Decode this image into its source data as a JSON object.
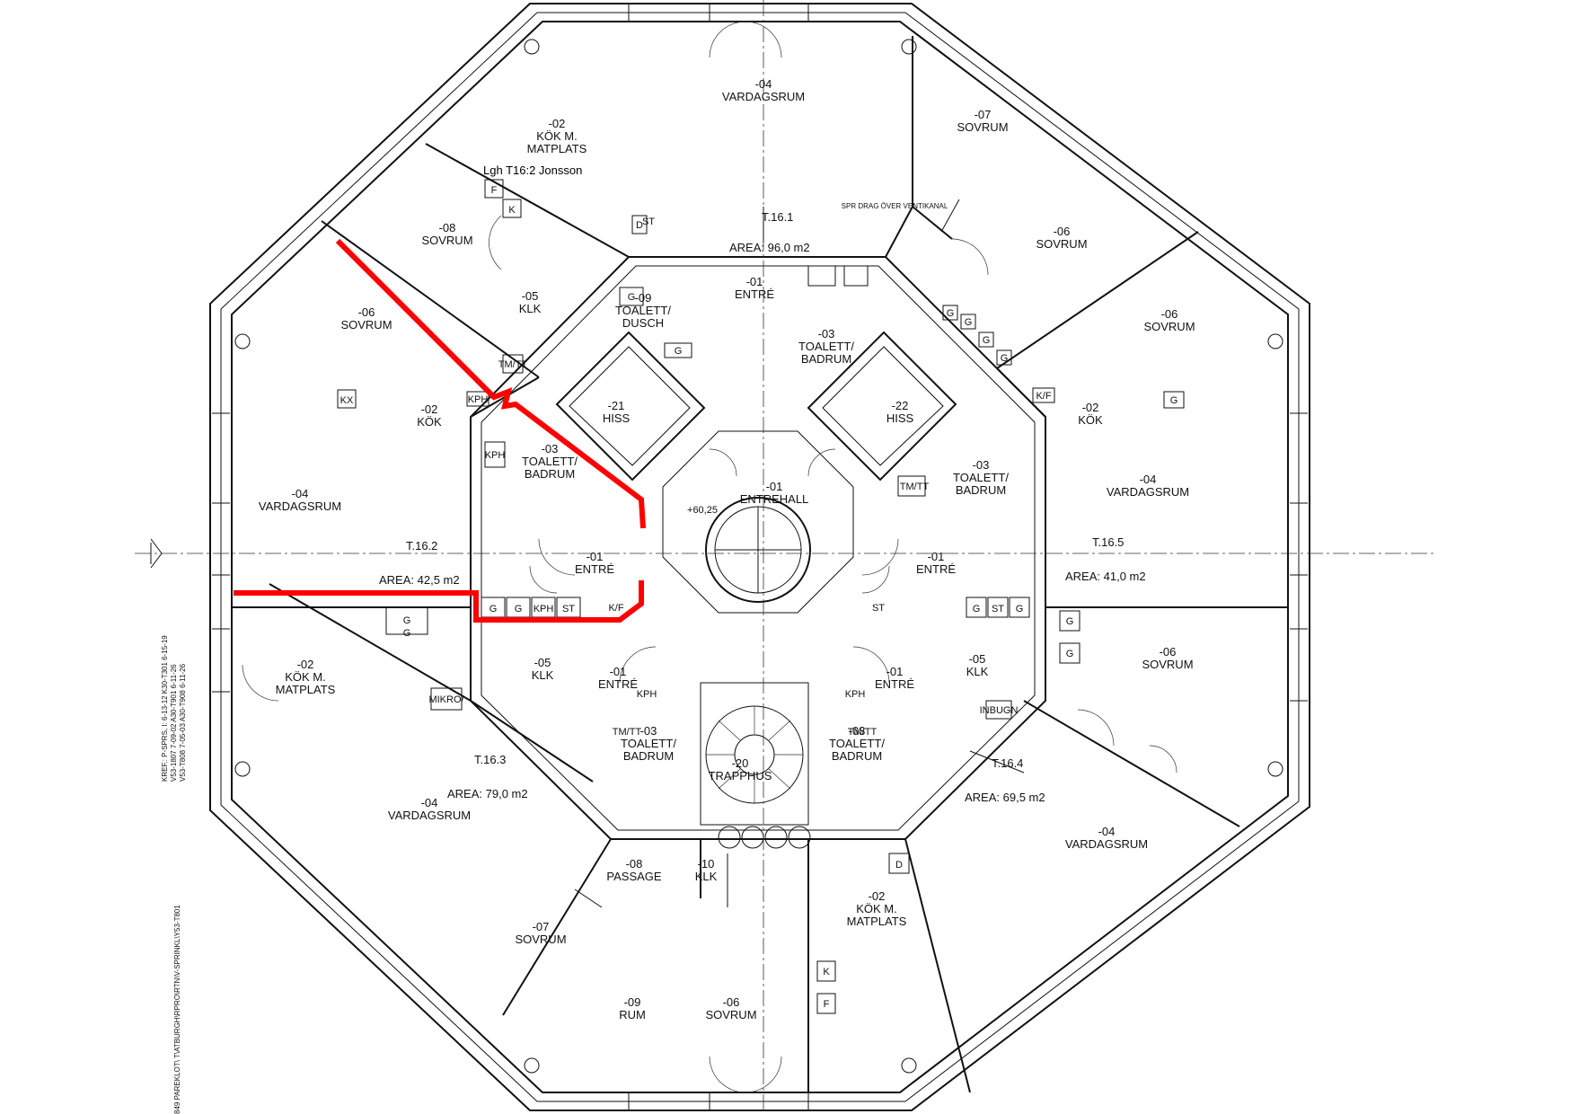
{
  "owner_label": "Lgh T16:2 Jonsson",
  "central_level": "+60,25",
  "note": "SPR DRAG ÖVER VENTIKANAL",
  "highlight_color": "#ff0000",
  "apartments": [
    {
      "id": "T.16.1",
      "area": "AREA: 96,0 m2"
    },
    {
      "id": "T.16.2",
      "area": "AREA: 42,5 m2"
    },
    {
      "id": "T.16.3",
      "area": "AREA: 79,0 m2"
    },
    {
      "id": "T.16.4",
      "area": "AREA: 69,5 m2"
    },
    {
      "id": "T.16.5",
      "area": "AREA: 41,0 m2"
    }
  ],
  "rooms": [
    {
      "num": "-04",
      "name": "VARDAGSRUM"
    },
    {
      "num": "-02",
      "name": "KÖK M.",
      "name2": "MATPLATS"
    },
    {
      "num": "-07",
      "name": "SOVRUM"
    },
    {
      "num": "-08",
      "name": "SOVRUM"
    },
    {
      "num": "-06",
      "name": "SOVRUM"
    },
    {
      "num": "-05",
      "name": "KLK"
    },
    {
      "num": "-01",
      "name": "ENTRÉ"
    },
    {
      "num": "-09",
      "name": "TOALETT/",
      "name2": "DUSCH"
    },
    {
      "num": "-03",
      "name": "TOALETT/",
      "name2": "BADRUM"
    },
    {
      "num": "-06",
      "name": "SOVRUM"
    },
    {
      "num": "-06",
      "name": "SOVRUM"
    },
    {
      "num": "-02",
      "name": "KÖK"
    },
    {
      "num": "-21",
      "name": "HISS"
    },
    {
      "num": "-22",
      "name": "HISS"
    },
    {
      "num": "-02",
      "name": "KÖK"
    },
    {
      "num": "-04",
      "name": "VARDAGSRUM"
    },
    {
      "num": "-03",
      "name": "TOALETT/",
      "name2": "BADRUM"
    },
    {
      "num": "-01",
      "name": "ENTREHALL"
    },
    {
      "num": "-03",
      "name": "TOALETT/",
      "name2": "BADRUM"
    },
    {
      "num": "-04",
      "name": "VARDAGSRUM"
    },
    {
      "num": "-01",
      "name": "ENTRÉ"
    },
    {
      "num": "-01",
      "name": "ENTRÉ"
    },
    {
      "num": "-06",
      "name": "SOVRUM"
    },
    {
      "num": "-05",
      "name": "KLK"
    },
    {
      "num": "-02",
      "name": "KÖK M.",
      "name2": "MATPLATS"
    },
    {
      "num": "-05",
      "name": "KLK"
    },
    {
      "num": "-01",
      "name": "ENTRÉ"
    },
    {
      "num": "-01",
      "name": "ENTRÉ"
    },
    {
      "num": "-03",
      "name": "TOALETT/",
      "name2": "BADRUM"
    },
    {
      "num": "-20",
      "name": "TRAPPHUS"
    },
    {
      "num": "-03",
      "name": "TOALETT/",
      "name2": "BADRUM"
    },
    {
      "num": "-04",
      "name": "VARDAGSRUM"
    },
    {
      "num": "-04",
      "name": "VARDAGSRUM"
    },
    {
      "num": "-08",
      "name": "PASSAGE"
    },
    {
      "num": "-10",
      "name": "KLK"
    },
    {
      "num": "-02",
      "name": "KÖK M.",
      "name2": "MATPLATS"
    },
    {
      "num": "-07",
      "name": "SOVRUM"
    },
    {
      "num": "-09",
      "name": "RUM"
    },
    {
      "num": "-06",
      "name": "SOVRUM"
    }
  ],
  "fixtures": [
    "F",
    "K",
    "D",
    "G",
    "G",
    "G",
    "G",
    "K/F",
    "G",
    "G",
    "G",
    "G",
    "ST",
    "G",
    "G",
    "G",
    "KPH",
    "ST",
    "KX",
    "KPH",
    "TM/TT",
    "TM/TT",
    "KPH",
    "G",
    "G",
    "ST",
    "G",
    "G",
    "MIKRO/",
    "INBUGN",
    "K/F",
    "ST",
    "KPH",
    "KPH",
    "TM/TT",
    "TM/TT",
    "D",
    "K",
    "F"
  ],
  "side_text": [
    "KREF.: P-SPRS, I: 6-13-12   K30-T301 6-15-19",
    "V53-1807 7-09-02   A30-T901 6-11-26",
    "V53-T808 7-05-03   A30-T908 6-11-26",
    "849 PAREKLOT\\ T\\ATBURGH\\RPRO\\RTN\\V-SPRINKL\\Y53-T801"
  ]
}
